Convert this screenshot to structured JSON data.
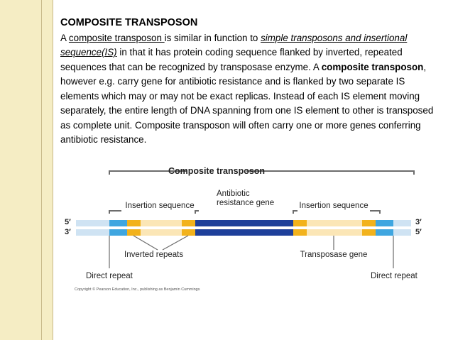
{
  "slide": {
    "title": "COMPOSITE TRANSPOSON",
    "body": {
      "p1": "A ",
      "p2_link": "composite transposon ",
      "p3": "is similar in function to ",
      "p4_italic": "simple transposons and insertional  sequence(IS)",
      "p5": " in that it has protein coding sequence flanked by inverted, repeated sequences that can be recognized by transposase enzyme. A ",
      "p6_bold": "composite transposon",
      "p7": ", however e.g. carry gene for antibiotic resistance and  is flanked by two separate IS elements which may or may not be exact replicas. Instead of each IS element moving separately, the entire length of DNA spanning from one IS element to other is transposed as complete unit. Composite transposon will often carry one or more genes conferring antibiotic resistance."
    }
  },
  "diagram": {
    "title": "Composite transposon",
    "label_insertion_left": "Insertion sequence",
    "label_insertion_right": "Insertion sequence",
    "label_antibiotic_line1": "Antibiotic",
    "label_antibiotic_line2": "resistance gene",
    "label_inverted": "Inverted repeats",
    "label_transposase": "Transposase gene",
    "label_direct_left": "Direct repeat",
    "label_direct_right": "Direct repeat",
    "strand_top_left": "5′",
    "strand_top_right": "3′",
    "strand_bottom_left": "3′",
    "strand_bottom_right": "5′",
    "copyright": "Copyright © Pearson Education, Inc., publishing as Benjamin Cummings",
    "colors": {
      "dna_pale": "#cfe3f3",
      "direct_repeat": "#3fa6e0",
      "inverted_repeat": "#f2b21c",
      "is_body": "#fbe6b6",
      "resistance_gene": "#1e3f9a",
      "is_bar": "#6c6c6c"
    }
  }
}
